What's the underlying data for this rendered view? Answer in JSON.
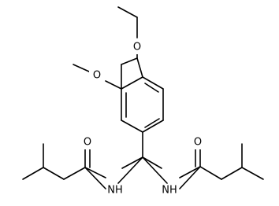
{
  "colors": {
    "bond": "#000000",
    "label": "#000000",
    "background": "#ffffff"
  },
  "atom_labels": [
    {
      "id": "o-ethoxy",
      "text": "O"
    },
    {
      "id": "o-methoxy",
      "text": "O"
    },
    {
      "id": "o-carbonyl-left",
      "text": "O"
    },
    {
      "id": "o-carbonyl-right",
      "text": "O"
    },
    {
      "id": "nh-left",
      "text": "NH"
    },
    {
      "id": "nh-right",
      "text": "NH"
    }
  ]
}
